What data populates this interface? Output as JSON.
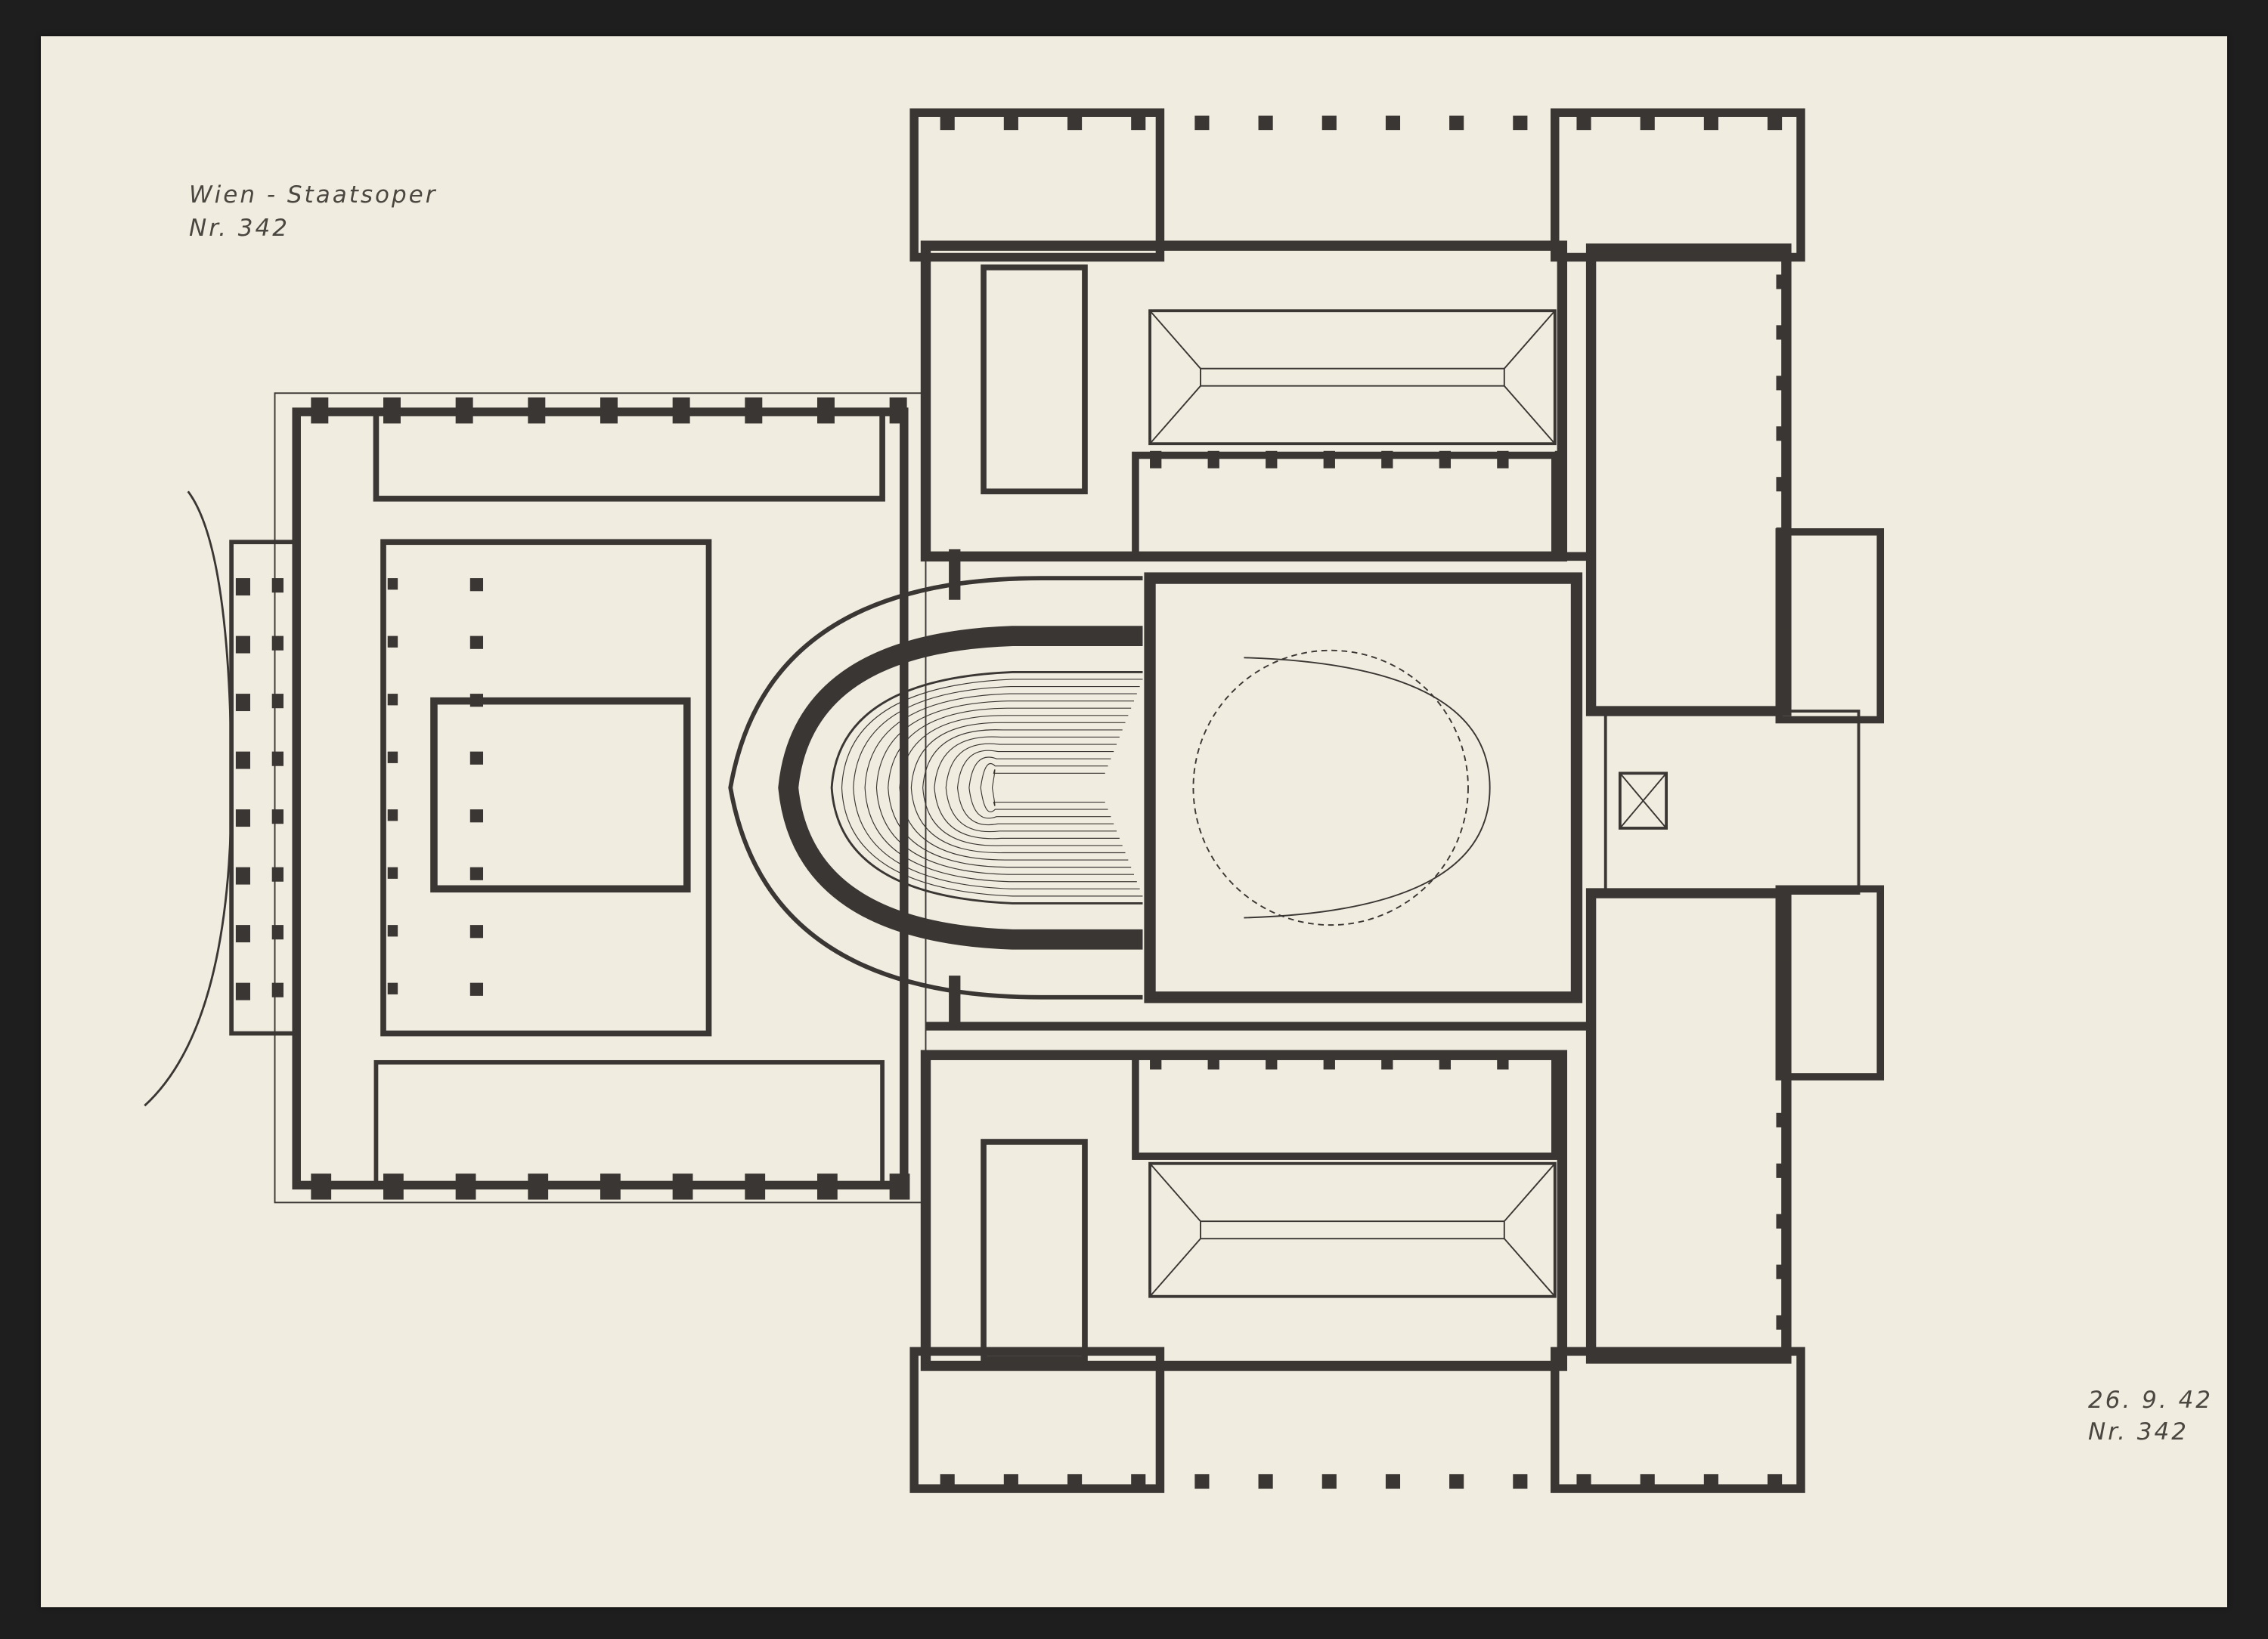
{
  "drawing": {
    "title": "Wien - Staatsoper",
    "number_top": "Nr. 342",
    "date": "26. 9. 42",
    "number_bottom": "Nr. 342"
  },
  "colors": {
    "paper": "#f1ece0",
    "ink": "#3a3633",
    "background": "#1e1e1e"
  }
}
